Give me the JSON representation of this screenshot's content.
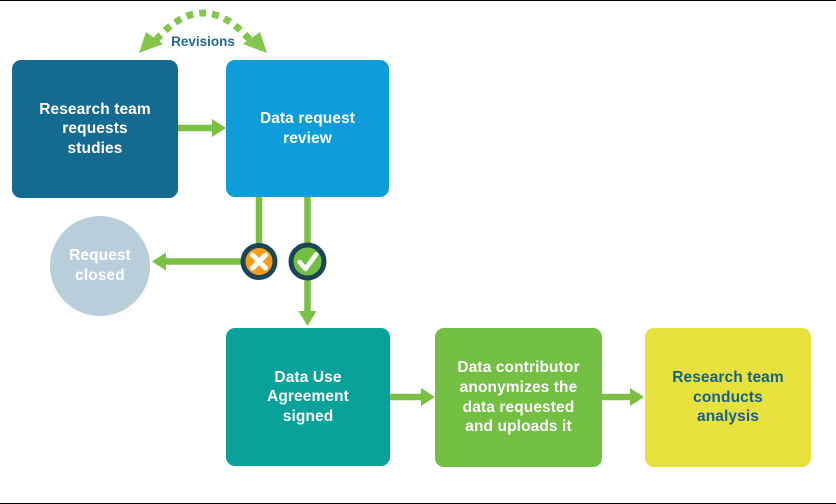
{
  "colors": {
    "dark-blue": "#146a91",
    "light-blue": "#0f9cdb",
    "teal": "#09a29b",
    "green": "#72bf44",
    "yellow": "#e6e13c",
    "arrow-green": "#7ac143",
    "arc-green": "#82c74b",
    "gray": "#b9cedb",
    "navy-ring": "#1b4658",
    "orange": "#f89d1d",
    "revisions-text": "#1d6a96",
    "yellow-box-text": "#17618c",
    "frame-line": "#000000"
  },
  "diagram": {
    "revisions_label": "Revisions",
    "nodes": {
      "research_requests": {
        "label": "Research team\nrequests\nstudies"
      },
      "data_request_review": {
        "label": "Data request\nreview"
      },
      "request_closed": {
        "label": "Request\nclosed"
      },
      "dua_signed": {
        "label": "Data Use\nAgreement\nsigned"
      },
      "contributor_anonymizes": {
        "label": "Data contributor\nanonymizes the\ndata requested\nand uploads it"
      },
      "research_analysis": {
        "label": "Research team\nconducts\nanalysis"
      }
    },
    "icons": {
      "reject_glyph": "✕",
      "approve_glyph": "✓"
    }
  }
}
